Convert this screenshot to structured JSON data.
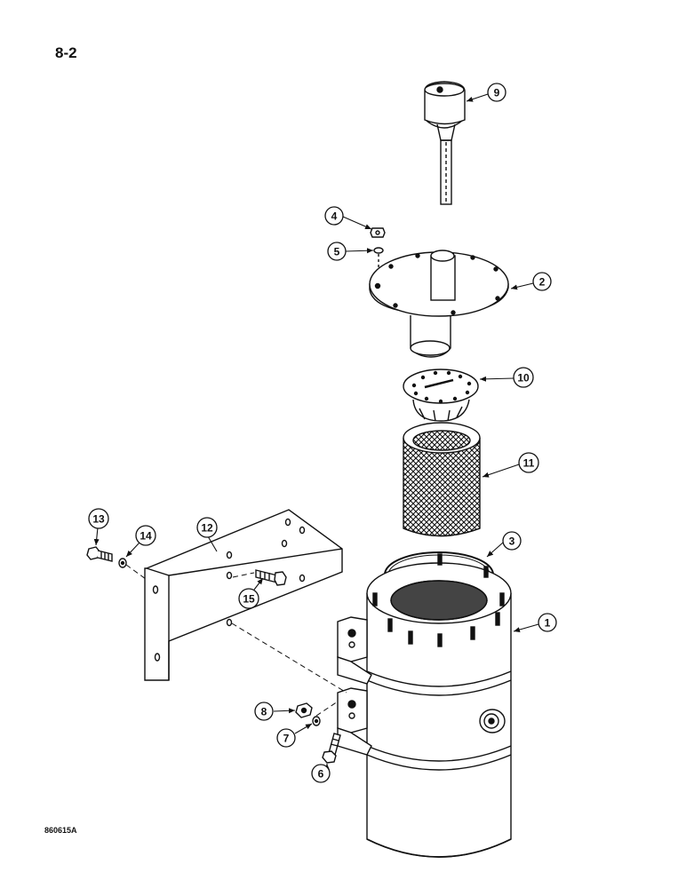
{
  "page": {
    "number": "8-2",
    "figure_id": "860615A"
  },
  "callouts": [
    {
      "id": "c1",
      "label": "1"
    },
    {
      "id": "c2",
      "label": "2"
    },
    {
      "id": "c3",
      "label": "3"
    },
    {
      "id": "c4",
      "label": "4"
    },
    {
      "id": "c5",
      "label": "5"
    },
    {
      "id": "c6",
      "label": "6"
    },
    {
      "id": "c7",
      "label": "7"
    },
    {
      "id": "c8",
      "label": "8"
    },
    {
      "id": "c9",
      "label": "9"
    },
    {
      "id": "c10",
      "label": "10"
    },
    {
      "id": "c11",
      "label": "11"
    },
    {
      "id": "c12",
      "label": "12"
    },
    {
      "id": "c13",
      "label": "13"
    },
    {
      "id": "c14",
      "label": "14"
    },
    {
      "id": "c15",
      "label": "15"
    }
  ]
}
